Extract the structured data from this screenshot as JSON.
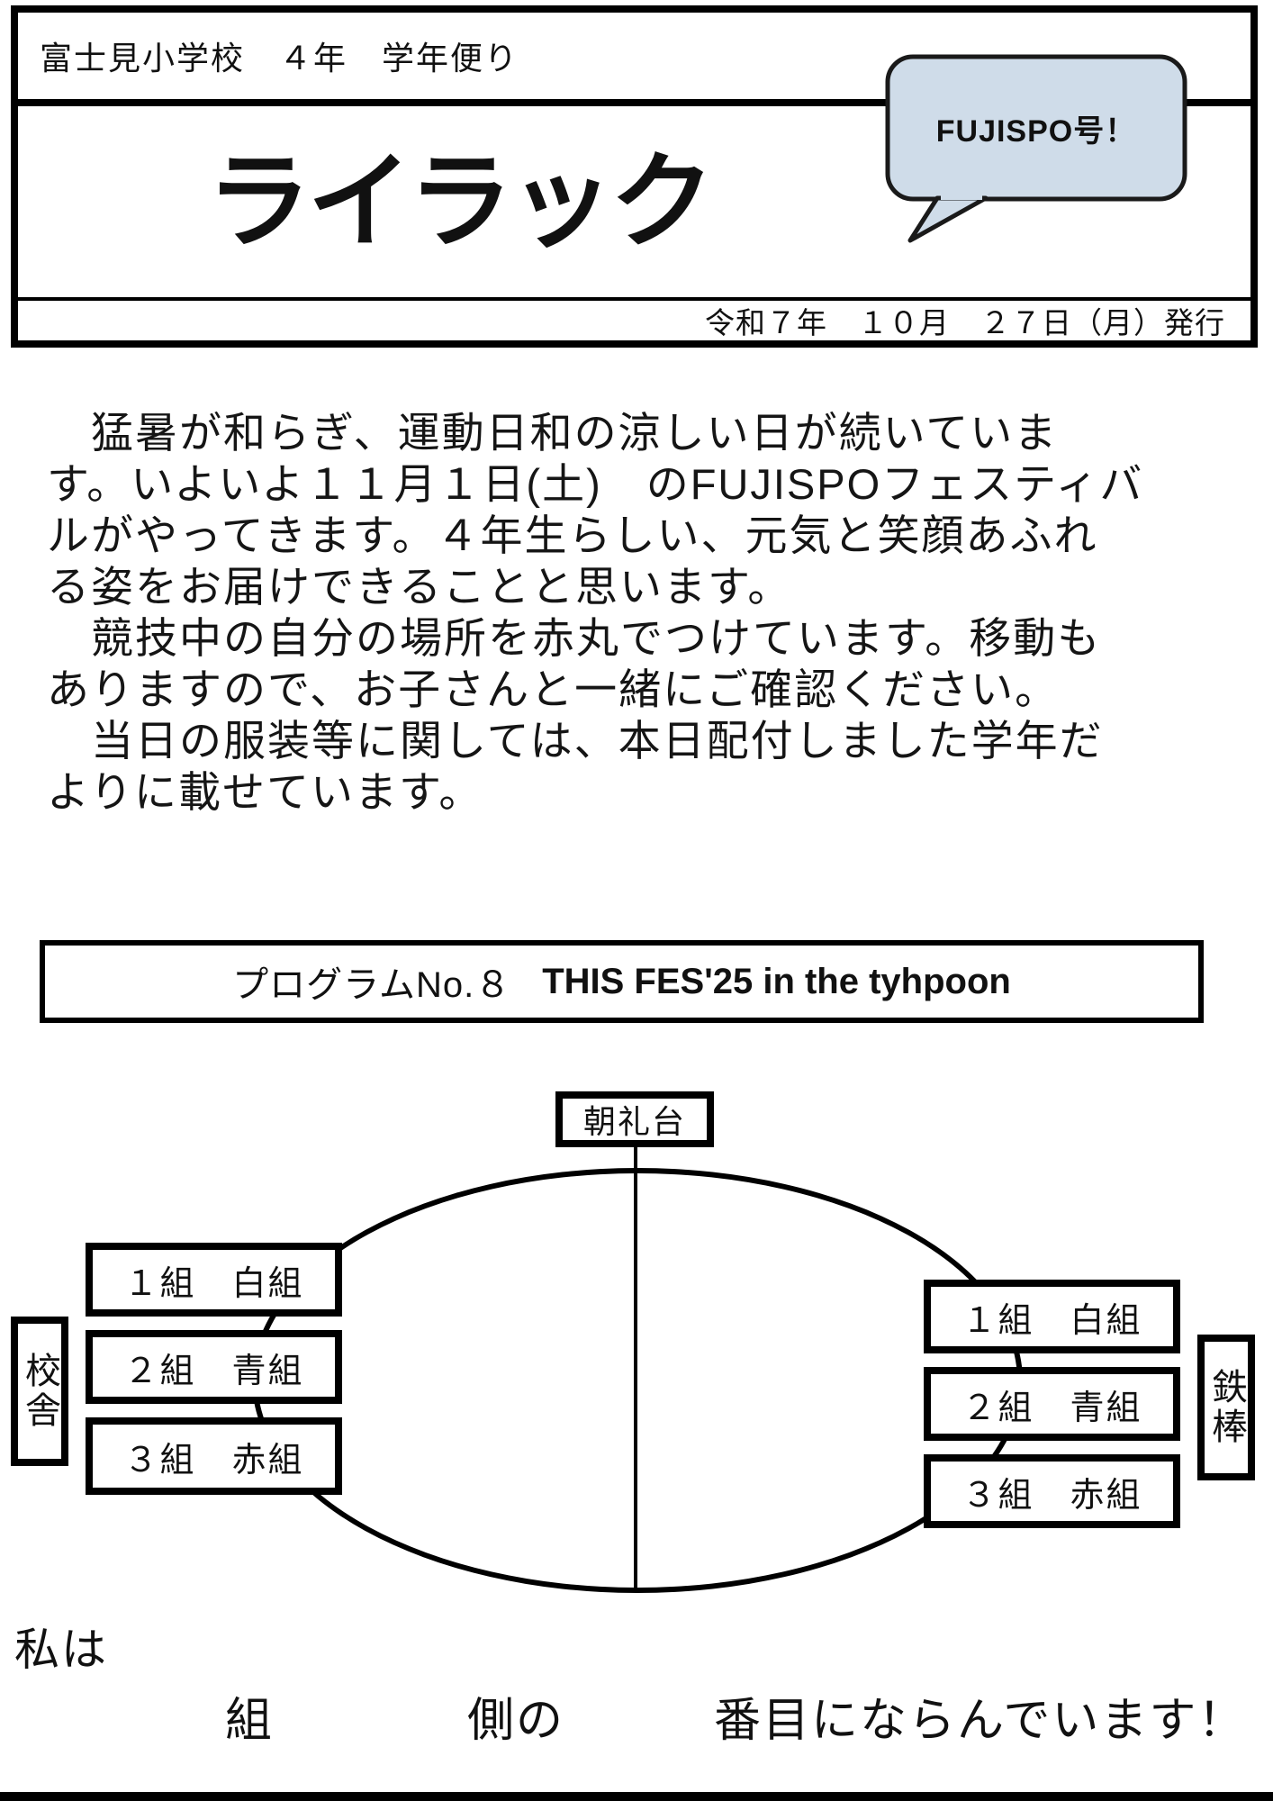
{
  "header": {
    "school_line": "富士見小学校　４年　学年便り",
    "title": "ライラック",
    "bubble_label": "FUJISPO号！",
    "date_line": "令和７年　１０月　２７日（月）発行"
  },
  "body": {
    "lines": [
      "　猛暑が和らぎ、運動日和の涼しい日が続いていま",
      "す。いよいよ１１月１日(土)　のFUJISPOフェスティバ",
      "ルがやってきます。４年生らしい、元気と笑顔あふれ",
      "る姿をお届けできることと思います。",
      "　競技中の自分の場所を赤丸でつけています。移動も",
      "ありますので、お子さんと一緒にご確認ください。",
      "　当日の服装等に関しては、本日配付しました学年だ",
      "よりに載せています。"
    ]
  },
  "program_box": {
    "label": "プログラムNo.８",
    "title": "THIS FES'25 in the tyhpoon"
  },
  "diagram": {
    "podium": "朝礼台",
    "left_side_label": "校舎",
    "right_side_label": "鉄棒",
    "left_groups": [
      "１組　白組",
      "２組　青組",
      "３組　赤組"
    ],
    "right_groups": [
      "１組　白組",
      "２組　青組",
      "３組　赤組"
    ]
  },
  "footer": {
    "intro": "私は",
    "blank1": "組",
    "blank2": "側の",
    "blank3": "番目にならんでいます！"
  },
  "colors": {
    "bubble_fill": "#cfdce9",
    "ink": "#000000"
  }
}
